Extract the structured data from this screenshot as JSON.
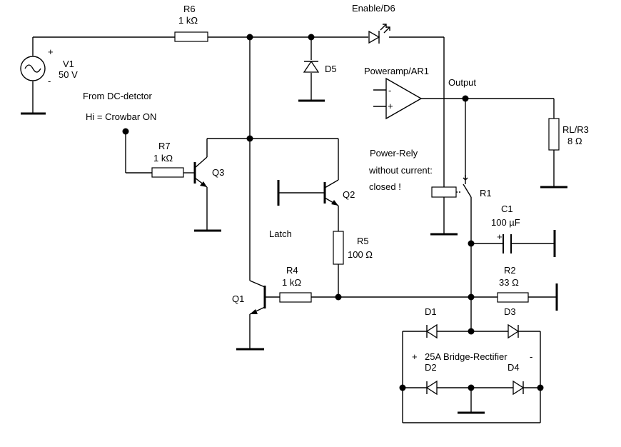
{
  "components": {
    "R6": {
      "name": "R6",
      "value": "1 kΩ"
    },
    "V1": {
      "name": "V1",
      "value": "50 V",
      "plus": "+",
      "minus": "-"
    },
    "D6": {
      "name": "Enable/D6"
    },
    "D5": {
      "name": "D5"
    },
    "AR1": {
      "name": "Poweramp/AR1",
      "minus": "-",
      "plus": "+"
    },
    "output": {
      "name": "Output"
    },
    "RL": {
      "name": "RL/R3",
      "value": "8 Ω"
    },
    "R7": {
      "name": "R7",
      "value": "1 kΩ"
    },
    "Q3": {
      "name": "Q3"
    },
    "Q2": {
      "name": "Q2"
    },
    "Q1": {
      "name": "Q1"
    },
    "R5": {
      "name": "R5",
      "value": "100 Ω"
    },
    "R4": {
      "name": "R4",
      "value": "1 kΩ"
    },
    "R1": {
      "name": "R1"
    },
    "C1": {
      "name": "C1",
      "value": "100 µF",
      "plus": "+"
    },
    "R2": {
      "name": "R2",
      "value": "33 Ω"
    },
    "D1": {
      "name": "D1"
    },
    "D2": {
      "name": "D2"
    },
    "D3": {
      "name": "D3"
    },
    "D4": {
      "name": "D4"
    },
    "bridge": {
      "label": "25A Bridge-Rectifier",
      "plus": "+",
      "minus": "-"
    }
  },
  "annotations": {
    "dc_detector": "From DC-detctor",
    "crowbar": "Hi = Crowbar ON",
    "relay_line1": "Power-Rely",
    "relay_line2": "without current:",
    "relay_line3": "closed !",
    "latch": "Latch"
  }
}
